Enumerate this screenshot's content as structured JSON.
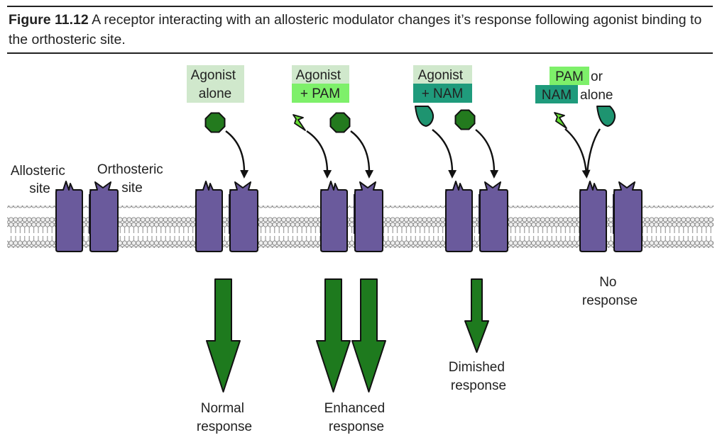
{
  "caption": {
    "figure_label": "Figure 11.12",
    "text": "A receptor interacting with an allosteric modulator changes it’s response following agonist binding to the orthosteric site."
  },
  "colors": {
    "receptor": "#6a5a9c",
    "agonist": "#237a1e",
    "pam": "#66dd33",
    "nam": "#1e9470",
    "response_arrow": "#1e7a1e",
    "agonist_label_bg": "#d0e8cc",
    "pam_label_bg": "#7ef06a",
    "nam_label_bg": "#1f9b7c"
  },
  "labels": {
    "allosteric_site": [
      "Allosteric",
      "site"
    ],
    "orthosteric_site": [
      "Orthosteric",
      "site"
    ],
    "panel1": [
      "Agonist",
      "alone"
    ],
    "panel2": [
      "Agonist",
      "+ PAM"
    ],
    "panel3": [
      "Agonist",
      "+ NAM"
    ],
    "panel4_pam": "PAM",
    "panel4_or": "or",
    "panel4_nam": "NAM",
    "panel4_alone": "alone"
  },
  "responses": {
    "normal": [
      "Normal",
      "response"
    ],
    "enhanced": [
      "Enhanced",
      "response"
    ],
    "diminished": [
      "Dimished",
      "response"
    ],
    "none": [
      "No",
      "response"
    ]
  }
}
